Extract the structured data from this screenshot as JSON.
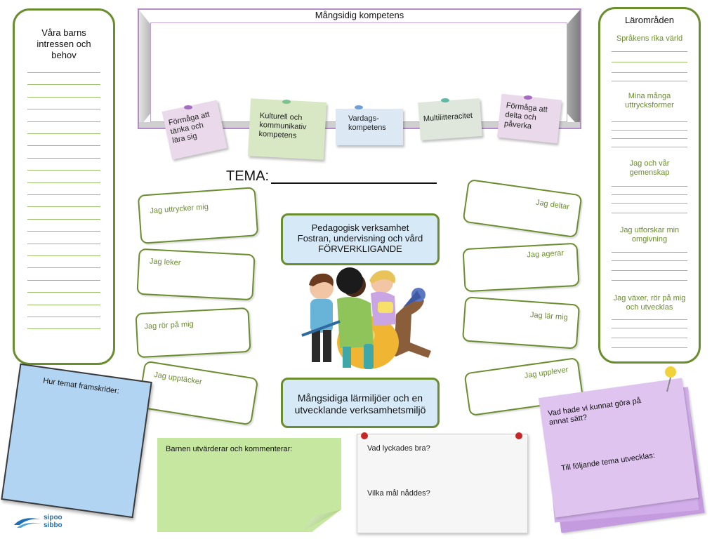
{
  "left_panel": {
    "title": "Våra barns intressen och behov"
  },
  "frame": {
    "title": "Mångsidig kompetens"
  },
  "notes": [
    {
      "label": "Förmåga att tänka och lära sig",
      "color": "#ead9ea"
    },
    {
      "label": "Kulturell och kommunikativ kompetens",
      "color": "#d8e8c4"
    },
    {
      "label": "Vardags-kompetens",
      "color": "#dce9f5"
    },
    {
      "label": "Multilitteracitet",
      "color": "#dfe7dc"
    },
    {
      "label": "Förmåga att delta och påverka",
      "color": "#ead9ea"
    }
  ],
  "tema": {
    "label": "TEMA:"
  },
  "right_panel": {
    "title": "Lärområden",
    "areas": [
      "Språkens rika värld",
      "Mina många uttrycksformer",
      "Jag och vår gemenskap",
      "Jag utforskar min omgivning",
      "Jag växer, rör på mig och utvecklas"
    ]
  },
  "left_bubbles": [
    "Jag uttrycker mig",
    "Jag leker",
    "Jag rör på mig",
    "Jag upptäcker"
  ],
  "right_bubbles": [
    "Jag deltar",
    "Jag agerar",
    "Jag lär mig",
    "Jag upplever"
  ],
  "center_top": {
    "line1": "Pedagogisk verksamhet",
    "line2": "Fostran, undervisning  och vård",
    "line3": "FÖRVERKLIGANDE"
  },
  "center_bottom": {
    "line1": "Mångsidiga lärmiljöer och en",
    "line2": "utvecklande verksamhetsmiljö"
  },
  "blue_note": {
    "label": "Hur temat framskrider:"
  },
  "green_note": {
    "label": "Barnen utvärderar och kommenterar:"
  },
  "white_note": {
    "q1": "Vad lyckades bra?",
    "q2": "Vilka mål nåddes?"
  },
  "purple_note": {
    "q1": "Vad hade vi kunnat göra på annat sätt?",
    "q2": "Till följande tema utvecklas:"
  },
  "logo": {
    "line1": "sipoo",
    "line2": "sibbo"
  },
  "colors": {
    "accent_green": "#6a8d2e",
    "frame_purple": "#b58bc9",
    "box_blue": "#d6e9f7"
  }
}
